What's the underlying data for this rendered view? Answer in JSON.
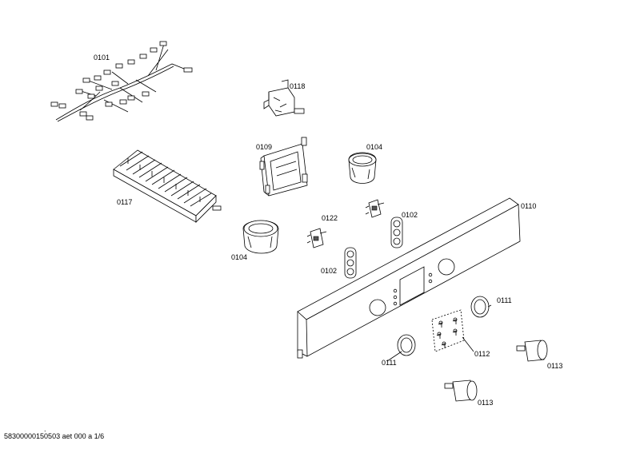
{
  "labels": {
    "p0101": "0101",
    "p0118": "0118",
    "p0109": "0109",
    "p0104a": "0104",
    "p0117": "0117",
    "p0110": "0110",
    "p0122": "0122",
    "p0102a": "0102",
    "p0104b": "0104",
    "p0102b": "0102",
    "p0111a": "0111",
    "p0112": "0112",
    "p0111b": "0111",
    "p0113a": "0113",
    "p0113b": "0113"
  },
  "footer": {
    "dot": ".",
    "code": "58300000150503 aet 000 a 1/6"
  }
}
